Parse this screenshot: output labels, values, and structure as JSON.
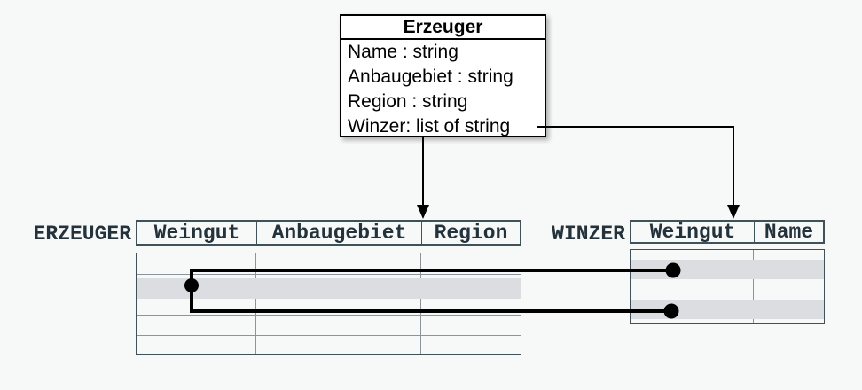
{
  "palette": {
    "bg": "#f7f8f8",
    "box_bg": "#ffffff",
    "box_border": "#000000",
    "table_border": "#3f5159",
    "grid_line": "#8a9499",
    "label_text": "#24333b",
    "band": "#dcdde1",
    "connector": "#000000"
  },
  "class_box": {
    "title": "Erzeuger",
    "attributes": [
      "Name : string",
      "Anbaugebiet : string",
      "Region : string",
      "Winzer: list of string"
    ]
  },
  "erzeuger_table": {
    "label": "ERZEUGER",
    "columns": [
      "Weingut",
      "Anbaugebiet",
      "Region"
    ]
  },
  "winzer_table": {
    "label": "WINZER",
    "columns": [
      "Weingut",
      "Name"
    ]
  }
}
